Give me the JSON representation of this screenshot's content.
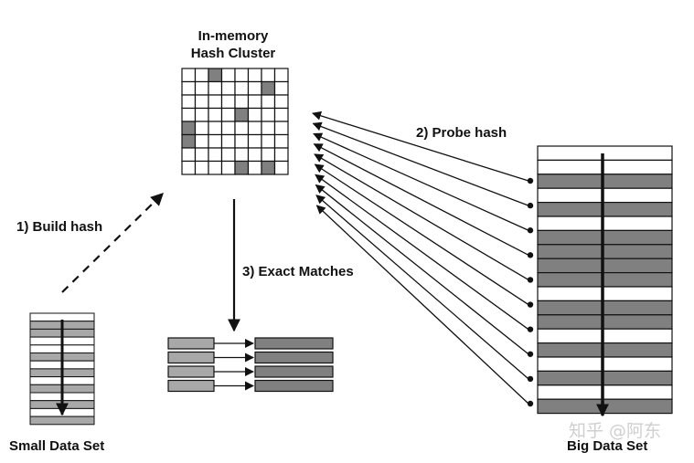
{
  "labels": {
    "hash_cluster_line1": "In-memory",
    "hash_cluster_line2": "Hash Cluster",
    "probe": "2) Probe hash",
    "build": "1) Build hash",
    "exact": "3) Exact Matches",
    "small_set": "Small Data Set",
    "big_set": "Big Data Set",
    "watermark": "知乎 @阿东"
  },
  "colors": {
    "stroke": "#111111",
    "shaded": "#808080",
    "shaded_light": "#a8a8a8",
    "background": "#ffffff",
    "watermark": "#cfcfcf"
  },
  "hash_grid": {
    "rows": 8,
    "cols": 8,
    "filled_cells": [
      [
        0,
        2
      ],
      [
        1,
        6
      ],
      [
        3,
        4
      ],
      [
        4,
        0
      ],
      [
        5,
        0
      ],
      [
        7,
        4
      ],
      [
        7,
        6
      ]
    ]
  },
  "small_data_set": {
    "rows": 14,
    "shaded_rows": [
      1,
      2,
      5,
      7,
      9,
      11,
      13
    ]
  },
  "big_data_set": {
    "rows": 19,
    "shaded_rows": [
      2,
      4,
      6,
      7,
      8,
      9,
      11,
      12,
      14,
      16,
      18
    ]
  },
  "exact_matches": {
    "pairs": 4
  },
  "probe_arrows": {
    "count": 10
  }
}
